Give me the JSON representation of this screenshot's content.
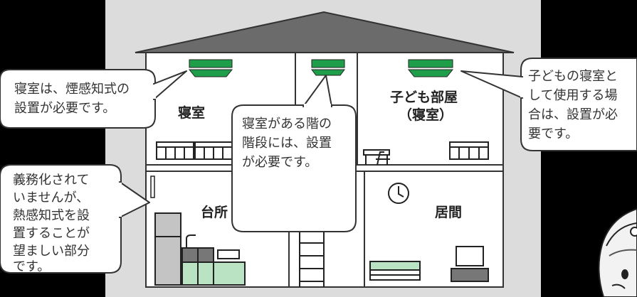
{
  "rooms": {
    "bedroom_left": "寝室",
    "bedroom_right": [
      "子ども部屋",
      "（寝室）"
    ],
    "kitchen": "台所",
    "living": "居間"
  },
  "callouts": {
    "bedroom_smoke": [
      "寝室は、煙感知式の",
      "設置が必要です。"
    ],
    "stair_smoke": [
      "寝室がある階の",
      "階段には、設置",
      "が必要です。"
    ],
    "child_room": [
      "子どもの寝室と",
      "して使用する場",
      "合は、設置が必",
      "要です。"
    ],
    "kitchen_heat": [
      "義務化されて",
      "いませんが、",
      "熱感知式を設",
      "置することが",
      "望ましい部分",
      "です。"
    ]
  },
  "colors": {
    "detector_green": "#1f9e4a",
    "furniture_green": "#b9e3c3",
    "roof": "#6b6b6b",
    "backdrop": "#dcdcdc",
    "background": "#000000"
  },
  "icons": [
    "smoke-detector-icon",
    "clock-icon",
    "ladder-icon",
    "refrigerator-icon",
    "sink-icon",
    "desk-chair-icon",
    "bed-icon",
    "sofa-icon",
    "tv-icon",
    "person-illustration-icon"
  ]
}
